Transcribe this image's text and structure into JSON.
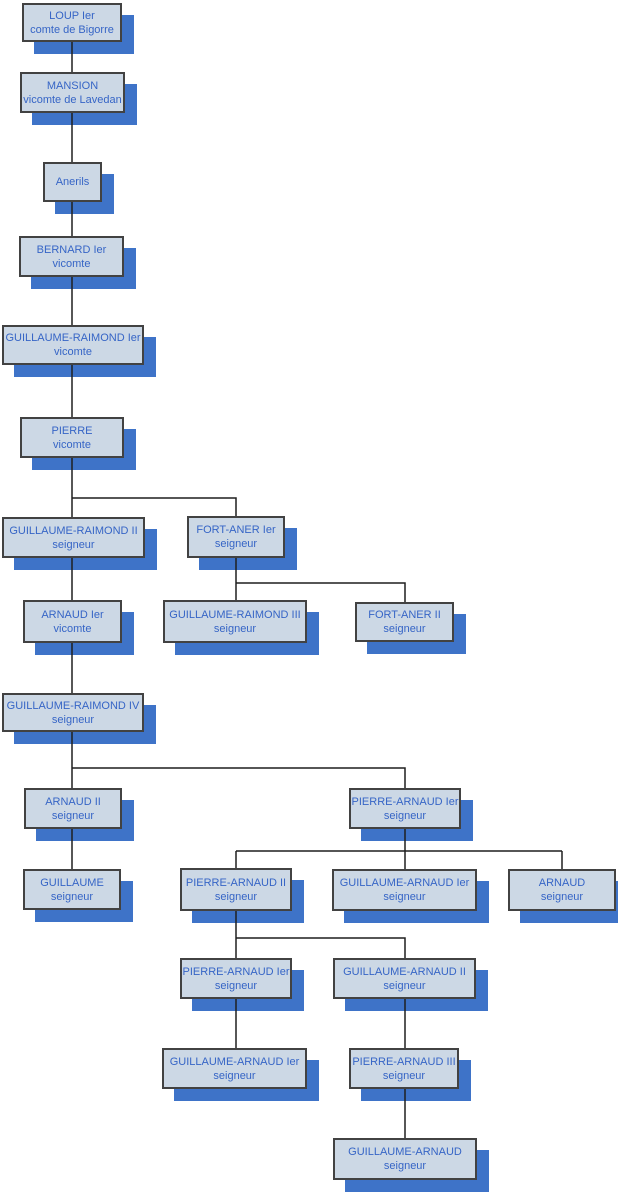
{
  "diagram": {
    "type": "family-tree-org-chart",
    "colors": {
      "background": "#ffffff",
      "box_fill": "#ccd8e5",
      "box_border": "#424242",
      "box_shadow": "#3e73c8",
      "text": "#3665c6",
      "connector_line": "#1f1f1f"
    },
    "nodes": [
      {
        "id": "loup-1",
        "name": "LOUP Ier",
        "title": "comte de Bigorre"
      },
      {
        "id": "mansion",
        "name": "MANSION",
        "title": "vicomte de Lavedan"
      },
      {
        "id": "anerils",
        "name": "Anerils",
        "title": ""
      },
      {
        "id": "bernard-1",
        "name": "BERNARD Ier",
        "title": "vicomte"
      },
      {
        "id": "guillaume-raimond-1",
        "name": "GUILLAUME-RAIMOND Ier",
        "title": "vicomte"
      },
      {
        "id": "pierre",
        "name": "PIERRE",
        "title": "vicomte"
      },
      {
        "id": "guillaume-raimond-2",
        "name": "GUILLAUME-RAIMOND II",
        "title": "seigneur"
      },
      {
        "id": "fort-aner-1",
        "name": "FORT-ANER Ier",
        "title": "seigneur"
      },
      {
        "id": "arnaud-1",
        "name": "ARNAUD Ier",
        "title": "vicomte"
      },
      {
        "id": "guillaume-raimond-3",
        "name": "GUILLAUME-RAIMOND III",
        "title": "seigneur"
      },
      {
        "id": "fort-aner-2",
        "name": "FORT-ANER II",
        "title": "seigneur"
      },
      {
        "id": "guillaume-raimond-4",
        "name": "GUILLAUME-RAIMOND IV",
        "title": "seigneur"
      },
      {
        "id": "arnaud-2",
        "name": "ARNAUD II",
        "title": "seigneur"
      },
      {
        "id": "pierre-arnaud-1",
        "name": "PIERRE-ARNAUD Ier",
        "title": "seigneur"
      },
      {
        "id": "guillaume",
        "name": "GUILLAUME",
        "title": "seigneur"
      },
      {
        "id": "pierre-arnaud-2",
        "name": "PIERRE-ARNAUD II",
        "title": "seigneur"
      },
      {
        "id": "guillaume-arnaud-1",
        "name": "GUILLAUME-ARNAUD Ier",
        "title": "seigneur"
      },
      {
        "id": "arnaud",
        "name": "ARNAUD",
        "title": "seigneur"
      },
      {
        "id": "pierre-arnaud-1b",
        "name": "PIERRE-ARNAUD Ier",
        "title": "seigneur"
      },
      {
        "id": "guillaume-arnaud-2",
        "name": "GUILLAUME-ARNAUD II",
        "title": "seigneur"
      },
      {
        "id": "guillaume-arnaud-1b",
        "name": "GUILLAUME-ARNAUD Ier",
        "title": "seigneur"
      },
      {
        "id": "pierre-arnaud-3",
        "name": "PIERRE-ARNAUD III",
        "title": "seigneur"
      },
      {
        "id": "guillaume-arnaud",
        "name": "GUILLAUME-ARNAUD",
        "title": "seigneur"
      }
    ],
    "edges": [
      {
        "from": "loup-1",
        "to": "mansion"
      },
      {
        "from": "mansion",
        "to": "anerils"
      },
      {
        "from": "anerils",
        "to": "bernard-1"
      },
      {
        "from": "bernard-1",
        "to": "guillaume-raimond-1"
      },
      {
        "from": "guillaume-raimond-1",
        "to": "pierre"
      },
      {
        "from": "pierre",
        "to": "guillaume-raimond-2"
      },
      {
        "from": "pierre",
        "to": "fort-aner-1"
      },
      {
        "from": "guillaume-raimond-2",
        "to": "arnaud-1"
      },
      {
        "from": "fort-aner-1",
        "to": "guillaume-raimond-3"
      },
      {
        "from": "fort-aner-1",
        "to": "fort-aner-2"
      },
      {
        "from": "arnaud-1",
        "to": "guillaume-raimond-4"
      },
      {
        "from": "guillaume-raimond-4",
        "to": "arnaud-2"
      },
      {
        "from": "guillaume-raimond-4",
        "to": "pierre-arnaud-1"
      },
      {
        "from": "arnaud-2",
        "to": "guillaume"
      },
      {
        "from": "pierre-arnaud-1",
        "to": "pierre-arnaud-2"
      },
      {
        "from": "pierre-arnaud-1",
        "to": "guillaume-arnaud-1"
      },
      {
        "from": "pierre-arnaud-1",
        "to": "arnaud"
      },
      {
        "from": "pierre-arnaud-2",
        "to": "pierre-arnaud-1b"
      },
      {
        "from": "pierre-arnaud-2",
        "to": "guillaume-arnaud-2"
      },
      {
        "from": "pierre-arnaud-1b",
        "to": "guillaume-arnaud-1b"
      },
      {
        "from": "guillaume-arnaud-2",
        "to": "pierre-arnaud-3"
      },
      {
        "from": "pierre-arnaud-3",
        "to": "guillaume-arnaud"
      }
    ]
  }
}
